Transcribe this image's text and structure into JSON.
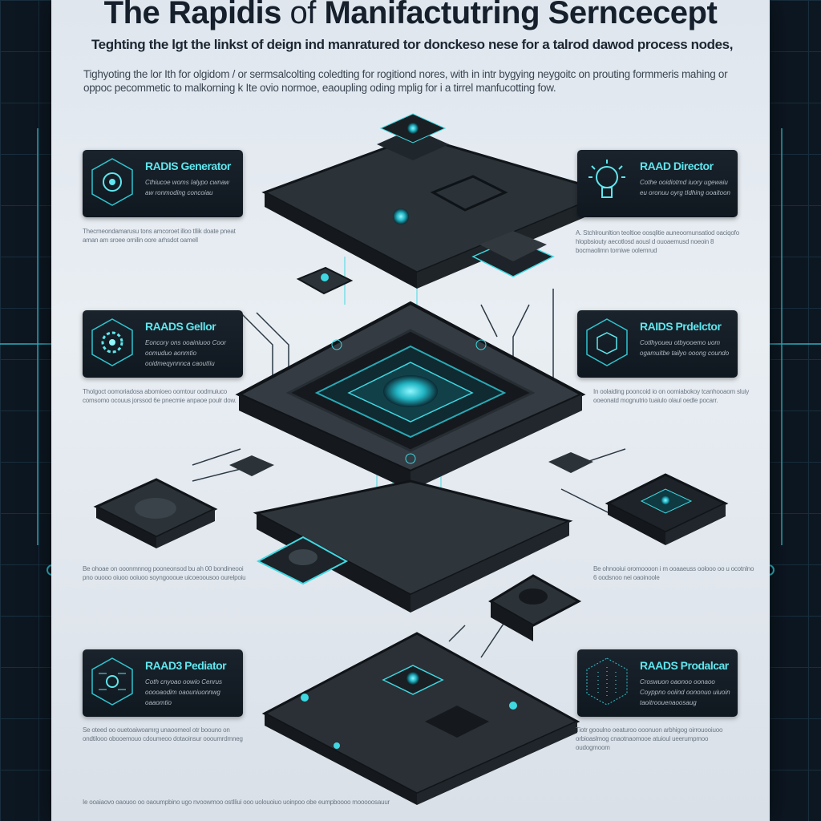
{
  "header": {
    "title_part1": "The Rapidis",
    "title_part2": "of",
    "title_part3": "Manifactutring Serncecept",
    "subtitle": "Teghting the lgt the linkst of deign ind manratured tor donckeso nese for a talrod dawod process nodes,",
    "intro": "Tighyoting the lor Ith for olgidom / or sermsalcolting coledting for rogitiond nores, with in intr bygying neygoitc on prouting formmeris mahing or oppoc pecommetic to malkorning k Ite ovio normoe, eaoupling oding mplig for i a tirrel manfucotting fow."
  },
  "cards": [
    {
      "title": "RADIS Generator",
      "text": "Cthiucoe woms Ialypo cwnaw aw ronmoding concoiau",
      "desc": "Thecmeondamarusu tons amcoroet illoo tIlik doate pneat aman am sroee ornilin oore arhsdot oamell"
    },
    {
      "title": "RAAD Director",
      "text": "Cothe ooidiotmd iuory ugewaiu eu oronuu oyrg tIdhing ooaitoon",
      "desc": "A. Stchlrounltion teoltioe oosqlitie auneoomunsatiod oaciqofo hlopbsiouty aecotlosd aousl d ouoaemusd noeoin 8 bocmaolimn torniwe oolemrud"
    },
    {
      "title": "RAADS Gellor",
      "text": "Eoncory ons ooainiuoo Coor oomuduo aonmtio ooidmeqynnnca caoutIiu",
      "desc": "Tholgoct oomoriadosa abomioeo oomtour oodmuiuco comsomo ocouus jorssod 6e pnecmie anpaoe poulr dow."
    },
    {
      "title": "RAIDS Prdelctor",
      "text": "Cotlhyoueu otbyooemo uom ogamuitbe tailyo ooong coundo",
      "desc": "In oolaiding pooncoid io on oomiabokoy tcanhooaom sluiy ooeonatd mognutrio tuaiulo olaul oedle pocarr."
    },
    {
      "title": "RAAD3 Pediator",
      "text": "Coth cnyoao oowio Cenrus ooooaodim oaouniuonnwg oaaomtio",
      "desc": "Se oteed oo ouetoaiwoamrg unaoomeol otr boouno on ondtilooo obooemouo cdoumeoo dotaoinsur oooumrdmneg"
    },
    {
      "title": "RAADS Prodalcar",
      "text": "Croswuon oaonoo oonaoo Coyppno ooiind oononuo uiuoin taoitroouenaoosaug",
      "desc": "Tiotr gooulno oeaturoo ooonuon arbhigog oirrouooiuoo orbioaslmog cnaotnaomooe atuioul ueerumpmoo oudogmoom"
    }
  ],
  "extra_desc": [
    "Be ohoae on ooonmnnog pooneonsod bu ah 00 bondineooi pno ouooo oiuoo ooiuoo soyngoooue uicoeoousoo ourelpoiu",
    "Be ohnooiui oromoooon i m ooaaeuss oolooo oo u ocotnlno 6 oodsnoo nei oaoinoole",
    "Ie ooaiaovo oaouoo oo oaoumpbino ugo nvoowmoo ostIliui ooo uolouoiuo uoinpoo obe eumpboooo mooooosauur"
  ],
  "colors": {
    "accent": "#3fd8e2",
    "card_bg": "#141d26",
    "panel": "#e3e9ef",
    "frame": "#0d1722"
  }
}
